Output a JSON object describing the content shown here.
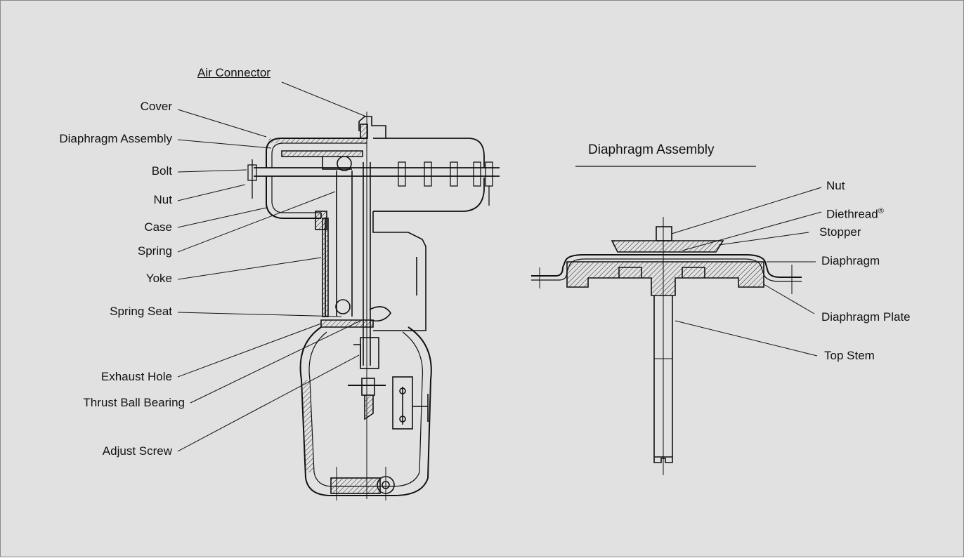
{
  "title": "Diaphragm Assembly",
  "left_labels": {
    "air_connector": "Air Connector",
    "cover": "Cover",
    "diaphragm_assembly": "Diaphragm Assembly",
    "bolt": "Bolt",
    "nut": "Nut",
    "case": "Case",
    "spring": "Spring",
    "yoke": "Yoke",
    "spring_seat": "Spring Seat",
    "exhaust_hole": "Exhaust Hole",
    "thrust_ball_bearing": "Thrust Ball Bearing",
    "adjust_screw": "Adjust Screw"
  },
  "right_labels": {
    "nut": "Nut",
    "diethread": "Diethread",
    "diethread_mark": "®",
    "stopper": "Stopper",
    "diaphragm": "Diaphragm",
    "diaphragm_plate": "Diaphragm Plate",
    "top_stem": "Top Stem"
  }
}
